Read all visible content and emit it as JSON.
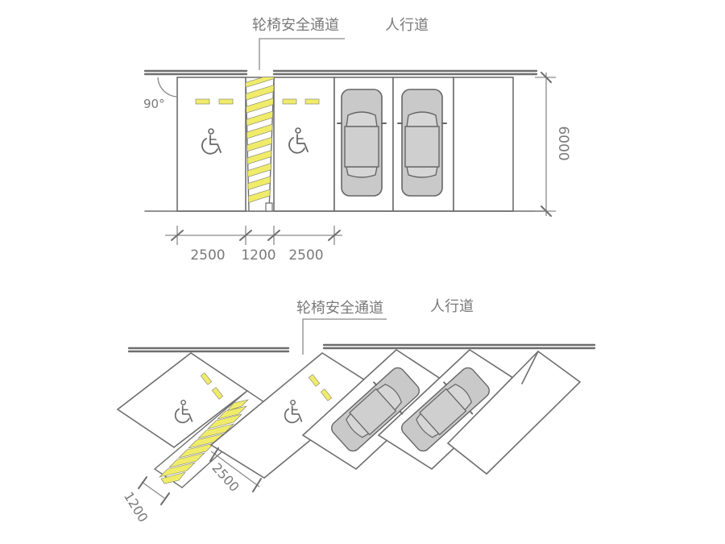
{
  "top_diagram": {
    "label_wheelchair_aisle": "轮椅安全通道",
    "label_sidewalk": "人行道",
    "angle_label": "90°",
    "dimension_width_1": "2500",
    "dimension_aisle": "1200",
    "dimension_width_2": "2500",
    "dimension_depth": "6000",
    "accessible_icon": "wheelchair-icon",
    "car_icon": "car-top-view-icon"
  },
  "bottom_diagram": {
    "label_wheelchair_aisle": "轮椅安全通道",
    "label_sidewalk": "人行道",
    "dimension_stall": "2500",
    "dimension_aisle": "1200"
  },
  "colors": {
    "line": "#6e6e6e",
    "hatch_yellow": "#f0ec6a",
    "car_fill": "#c9c9c9",
    "text": "#7a7a7a"
  }
}
